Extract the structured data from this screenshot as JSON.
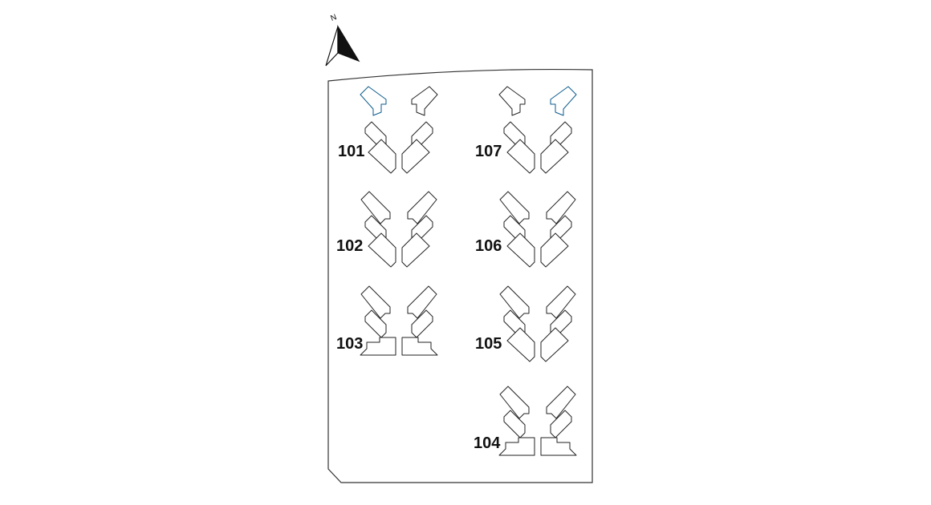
{
  "compass": {
    "letter": "N",
    "icon": "north-arrow-icon"
  },
  "colors": {
    "highlight": "#1580c4",
    "outline": "#222222",
    "background": "#ffffff"
  },
  "clusters": [
    {
      "id": "101",
      "label": "101",
      "style": "tower",
      "highlight": [
        "top-left"
      ]
    },
    {
      "id": "102",
      "label": "102",
      "style": "tower",
      "highlight": []
    },
    {
      "id": "103",
      "label": "103",
      "style": "podium",
      "highlight": []
    },
    {
      "id": "104",
      "label": "104",
      "style": "podium",
      "highlight": []
    },
    {
      "id": "105",
      "label": "105",
      "style": "tower",
      "highlight": []
    },
    {
      "id": "106",
      "label": "106",
      "style": "tower",
      "highlight": []
    },
    {
      "id": "107",
      "label": "107",
      "style": "tower",
      "highlight": [
        "top-right"
      ]
    }
  ]
}
